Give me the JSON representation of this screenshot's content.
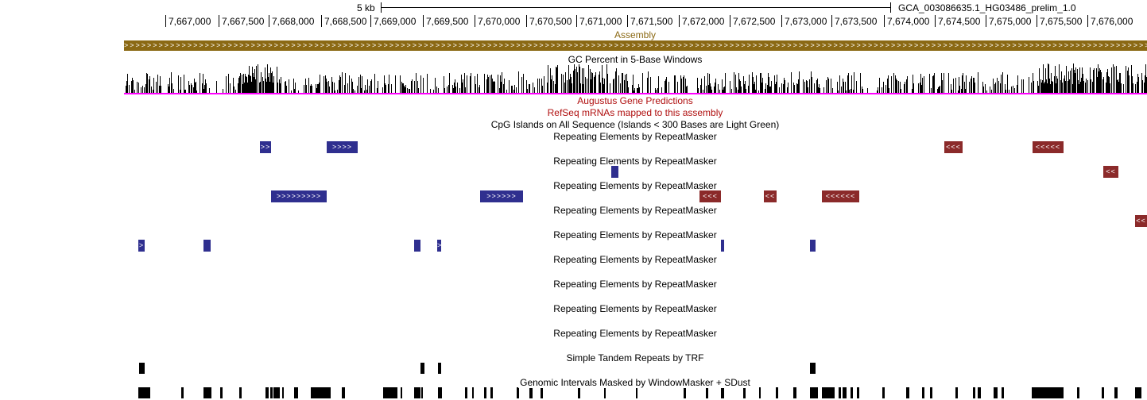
{
  "scale": {
    "label": "5 kb",
    "assembly_name": "GCA_003086635.1_HG03486_prelim_1.0"
  },
  "ruler": {
    "ticks": [
      "7,667,000",
      "7,667,500",
      "7,668,000",
      "7,668,500",
      "7,669,000",
      "7,669,500",
      "7,670,000",
      "7,670,500",
      "7,671,000",
      "7,671,500",
      "7,672,000",
      "7,672,500",
      "7,673,000",
      "7,673,500",
      "7,674,000",
      "7,674,500",
      "7,675,000",
      "7,675,500",
      "7,676,000"
    ]
  },
  "colors": {
    "assembly": "#8b6914",
    "plus_strand": "#2f2f8f",
    "minus_strand": "#8b2a2a",
    "track_title_red": "#b01010",
    "gc_baseline": "#ff00ff"
  },
  "tracks": {
    "assembly": "Assembly",
    "gc_percent": "GC Percent in 5-Base Windows",
    "augustus": "Augustus Gene Predictions",
    "refseq": "RefSeq mRNAs mapped to this assembly",
    "cpg": "CpG Islands on All Sequence (Islands < 300 Bases are Light Green)",
    "repeatmasker": [
      "Repeating Elements by RepeatMasker",
      "Repeating Elements by RepeatMasker",
      "Repeating Elements by RepeatMasker",
      "Repeating Elements by RepeatMasker",
      "Repeating Elements by RepeatMasker",
      "Repeating Elements by RepeatMasker",
      "Repeating Elements by RepeatMasker",
      "Repeating Elements by RepeatMasker",
      "Repeating Elements by RepeatMasker"
    ],
    "trf": "Simple Tandem Repeats by TRF",
    "windowmasker": "Genomic Intervals Masked by WindowMasker + SDust"
  },
  "repeat_features": [
    {
      "row": 0,
      "strand": "+",
      "chevrons": ">>"
    },
    {
      "row": 0,
      "strand": "+",
      "chevrons": ">>>>"
    },
    {
      "row": 0,
      "strand": "-",
      "chevrons": "<<<"
    },
    {
      "row": 0,
      "strand": "-",
      "chevrons": "<<<<<"
    },
    {
      "row": 1,
      "strand": "+",
      "chevrons": ""
    },
    {
      "row": 1,
      "strand": "-",
      "chevrons": "<<"
    },
    {
      "row": 2,
      "strand": "+",
      "chevrons": ">>>>>>>>>"
    },
    {
      "row": 2,
      "strand": "+",
      "chevrons": ">>>>>>"
    },
    {
      "row": 2,
      "strand": "-",
      "chevrons": "<<<"
    },
    {
      "row": 2,
      "strand": "-",
      "chevrons": "<<"
    },
    {
      "row": 2,
      "strand": "-",
      "chevrons": "<<<<<<"
    },
    {
      "row": 3,
      "strand": "-",
      "chevrons": "<<"
    },
    {
      "row": 4,
      "strand": "+",
      "chevrons": ">"
    },
    {
      "row": 4,
      "strand": "+",
      "chevrons": ""
    },
    {
      "row": 4,
      "strand": "+",
      "chevrons": ""
    },
    {
      "row": 4,
      "strand": "+",
      "chevrons": ">"
    },
    {
      "row": 4,
      "strand": "+",
      "chevrons": ""
    },
    {
      "row": 4,
      "strand": "+",
      "chevrons": ""
    }
  ]
}
